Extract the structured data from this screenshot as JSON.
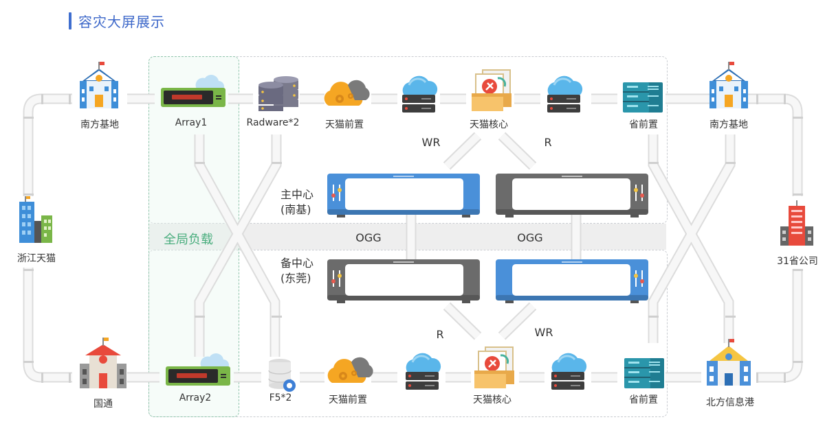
{
  "page": {
    "title": "容灾大屏展示"
  },
  "band": {
    "label": "全局负载",
    "ogg_left": "OGG",
    "ogg_right": "OGG"
  },
  "centers": {
    "main": "主中心\n(南基)",
    "backup": "备中心\n(东莞)"
  },
  "links": {
    "top_left": "WR",
    "top_right": "R",
    "bottom_left": "R",
    "bottom_right": "WR"
  },
  "top_row": [
    {
      "id": "south-base-left",
      "label": "南方基地",
      "icon": "building-icon"
    },
    {
      "id": "array1",
      "label": "Array1",
      "icon": "load-balancer-icon"
    },
    {
      "id": "radware",
      "label": "Radware*2",
      "icon": "database-stack-icon"
    },
    {
      "id": "tmall-front-top",
      "label": "天猫前置",
      "icon": "cloud-gear-icon"
    },
    {
      "id": "server-top-1",
      "label": "",
      "icon": "cloud-server-icon"
    },
    {
      "id": "tmall-core-top",
      "label": "天猫核心",
      "icon": "core-package-icon"
    },
    {
      "id": "server-top-2",
      "label": "",
      "icon": "cloud-server-icon"
    },
    {
      "id": "prov-front-top",
      "label": "省前置",
      "icon": "server-rack-icon"
    },
    {
      "id": "south-base-right",
      "label": "南方基地",
      "icon": "building-icon"
    }
  ],
  "bottom_row": [
    {
      "id": "guotong",
      "label": "国通",
      "icon": "bank-icon"
    },
    {
      "id": "array2",
      "label": "Array2",
      "icon": "load-balancer-icon"
    },
    {
      "id": "f5",
      "label": "F5*2",
      "icon": "database-gear-icon"
    },
    {
      "id": "tmall-front-bottom",
      "label": "天猫前置",
      "icon": "cloud-gear-icon"
    },
    {
      "id": "server-bottom-1",
      "label": "",
      "icon": "cloud-server-icon"
    },
    {
      "id": "tmall-core-bottom",
      "label": "天猫核心",
      "icon": "core-package-icon"
    },
    {
      "id": "server-bottom-2",
      "label": "",
      "icon": "cloud-server-icon"
    },
    {
      "id": "prov-front-bottom",
      "label": "省前置",
      "icon": "server-rack-icon"
    },
    {
      "id": "north-port",
      "label": "北方信息港",
      "icon": "school-building-icon"
    }
  ],
  "side": {
    "left": {
      "label": "浙江天猫",
      "icon": "city-buildings-icon"
    },
    "right": {
      "label": "31省公司",
      "icon": "office-tower-icon"
    }
  },
  "colors": {
    "title": "#3c67c9",
    "accent_blue": "#4a90d9",
    "db_gray": "#6b6b6b",
    "green_zone": "#49ad7d",
    "pipe": "#f4f4f4"
  }
}
